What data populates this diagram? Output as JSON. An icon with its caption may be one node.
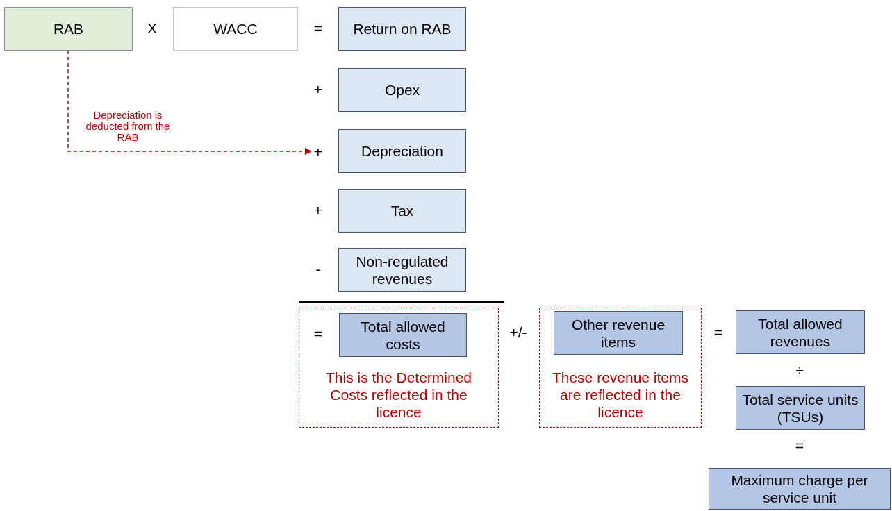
{
  "diagram": {
    "nodes": [
      {
        "text": [
          "RAB"
        ]
      },
      {
        "text": [
          "WACC"
        ]
      },
      {
        "text": [
          "Return on RAB"
        ]
      },
      {
        "text": [
          "Opex"
        ]
      },
      {
        "text": [
          "+"
        ]
      },
      {
        "text": [
          "Depreciation"
        ]
      },
      {
        "text": [
          "Tax"
        ]
      },
      {
        "text": [
          "Non-regulated revenues"
        ]
      },
      {
        "text": [
          "This is the Determined Costs reflected in the licence"
        ]
      },
      {
        "text": [
          "Total allowed costs"
        ],
        "in": 8
      },
      {
        "text": [
          "These revenue items are reflected in the licence"
        ]
      },
      {
        "text": [
          "Other revenue items"
        ],
        "in": 10
      },
      {
        "text": [
          "Total allowed revenues"
        ]
      },
      {
        "text": [
          "Total service units (TSUs)"
        ]
      },
      {
        "text": [
          "Maximum charge per service unit"
        ]
      }
    ],
    "edges": [
      {
        "from": 0,
        "to": 4,
        "arrow": "to",
        "style": "dashed",
        "color": "#c00000",
        "label": "Depreciation is deducted from the RAB"
      }
    ],
    "labels": [
      "X",
      "=",
      "+",
      "+",
      "-",
      "=",
      "+/-",
      "=",
      "÷",
      "="
    ]
  }
}
